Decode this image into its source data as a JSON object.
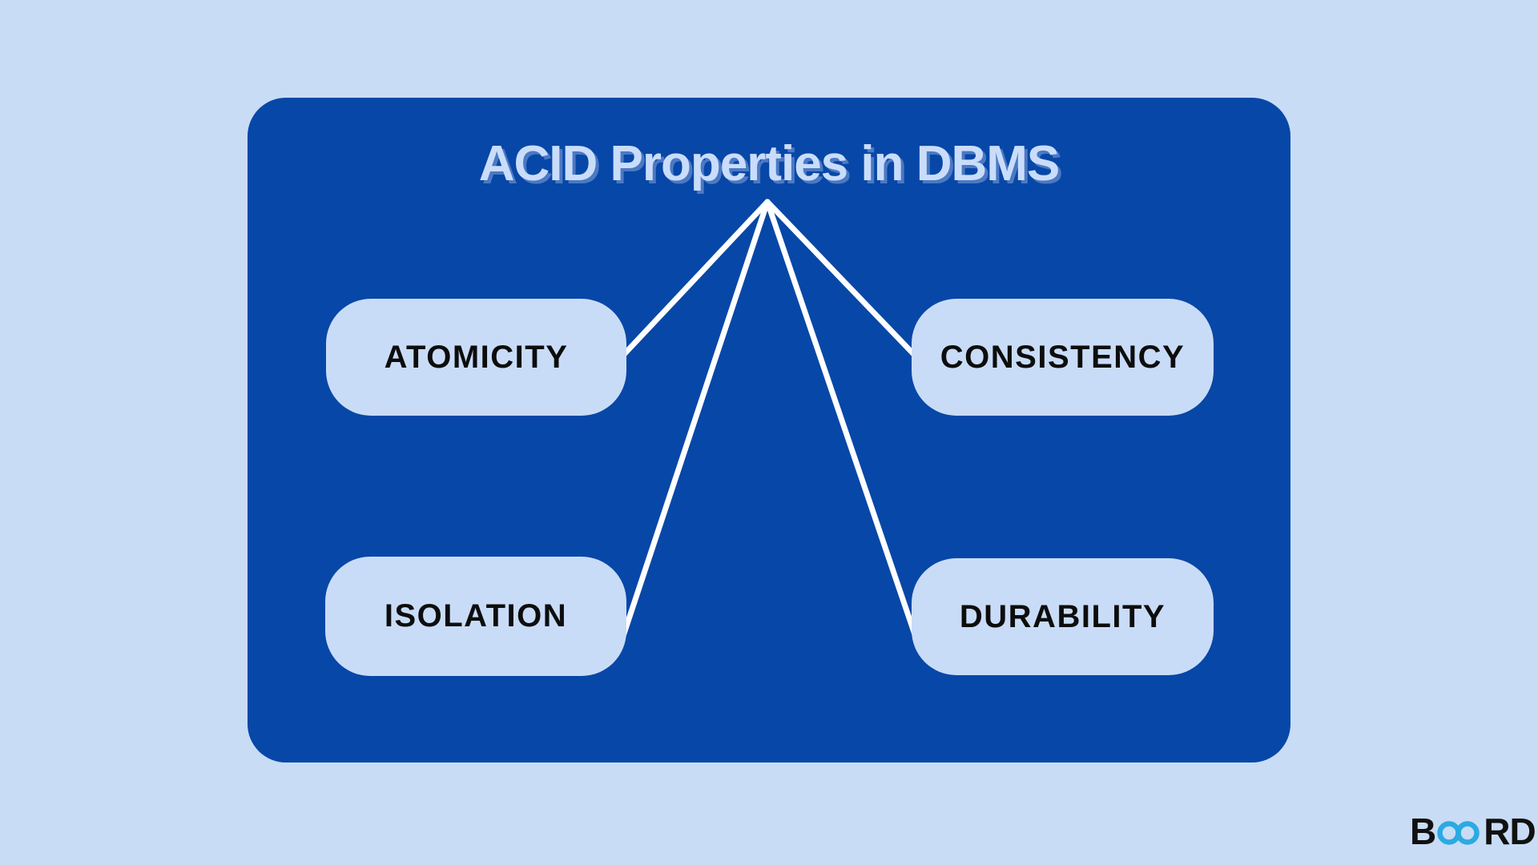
{
  "title": "ACID Properties in DBMS",
  "nodes": [
    {
      "id": "atomicity",
      "label": "ATOMICITY"
    },
    {
      "id": "consistency",
      "label": "CONSISTENCY"
    },
    {
      "id": "isolation",
      "label": "ISOLATION"
    },
    {
      "id": "durability",
      "label": "DURABILITY"
    }
  ],
  "logo": {
    "full_name": "BOARD",
    "text_start": "B",
    "text_end": "RD"
  },
  "colors": {
    "page-bg": "#c8dcf5",
    "panel-bg": "#0747a7",
    "node-bg": "#c9dcf7",
    "node-text": "#0d0d0d",
    "title-text": "#c9ddfa",
    "title-shadow": "#4c79c4",
    "line": "#ffffff",
    "logo-dark": "#111111",
    "logo-accent": "#2baae2"
  }
}
